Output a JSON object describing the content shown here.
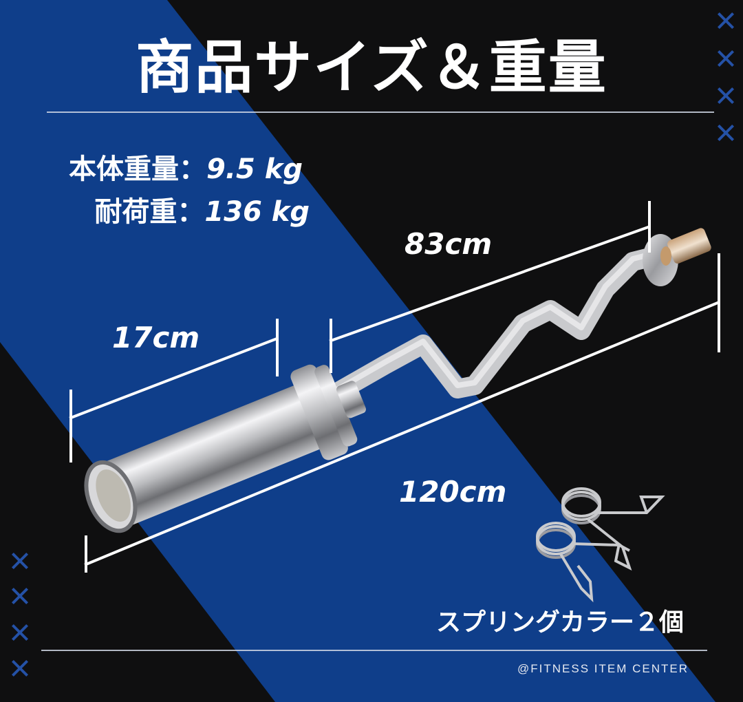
{
  "title": "商品サイズ＆重量",
  "specs": [
    {
      "label": "本体重量：",
      "value": "9.5 kg"
    },
    {
      "label": "耐荷重：",
      "value": "136 kg"
    }
  ],
  "dimensions": {
    "sleeve": "17cm",
    "grip": "83cm",
    "total": "120cm"
  },
  "accessory": {
    "label": "スプリングカラー２個"
  },
  "credit": "@FITNESS ITEM CENTER",
  "colors": {
    "background": "#0f0f10",
    "band_blue": "#0f3e8a",
    "x_mark": "#2451a6",
    "text": "#ffffff"
  }
}
